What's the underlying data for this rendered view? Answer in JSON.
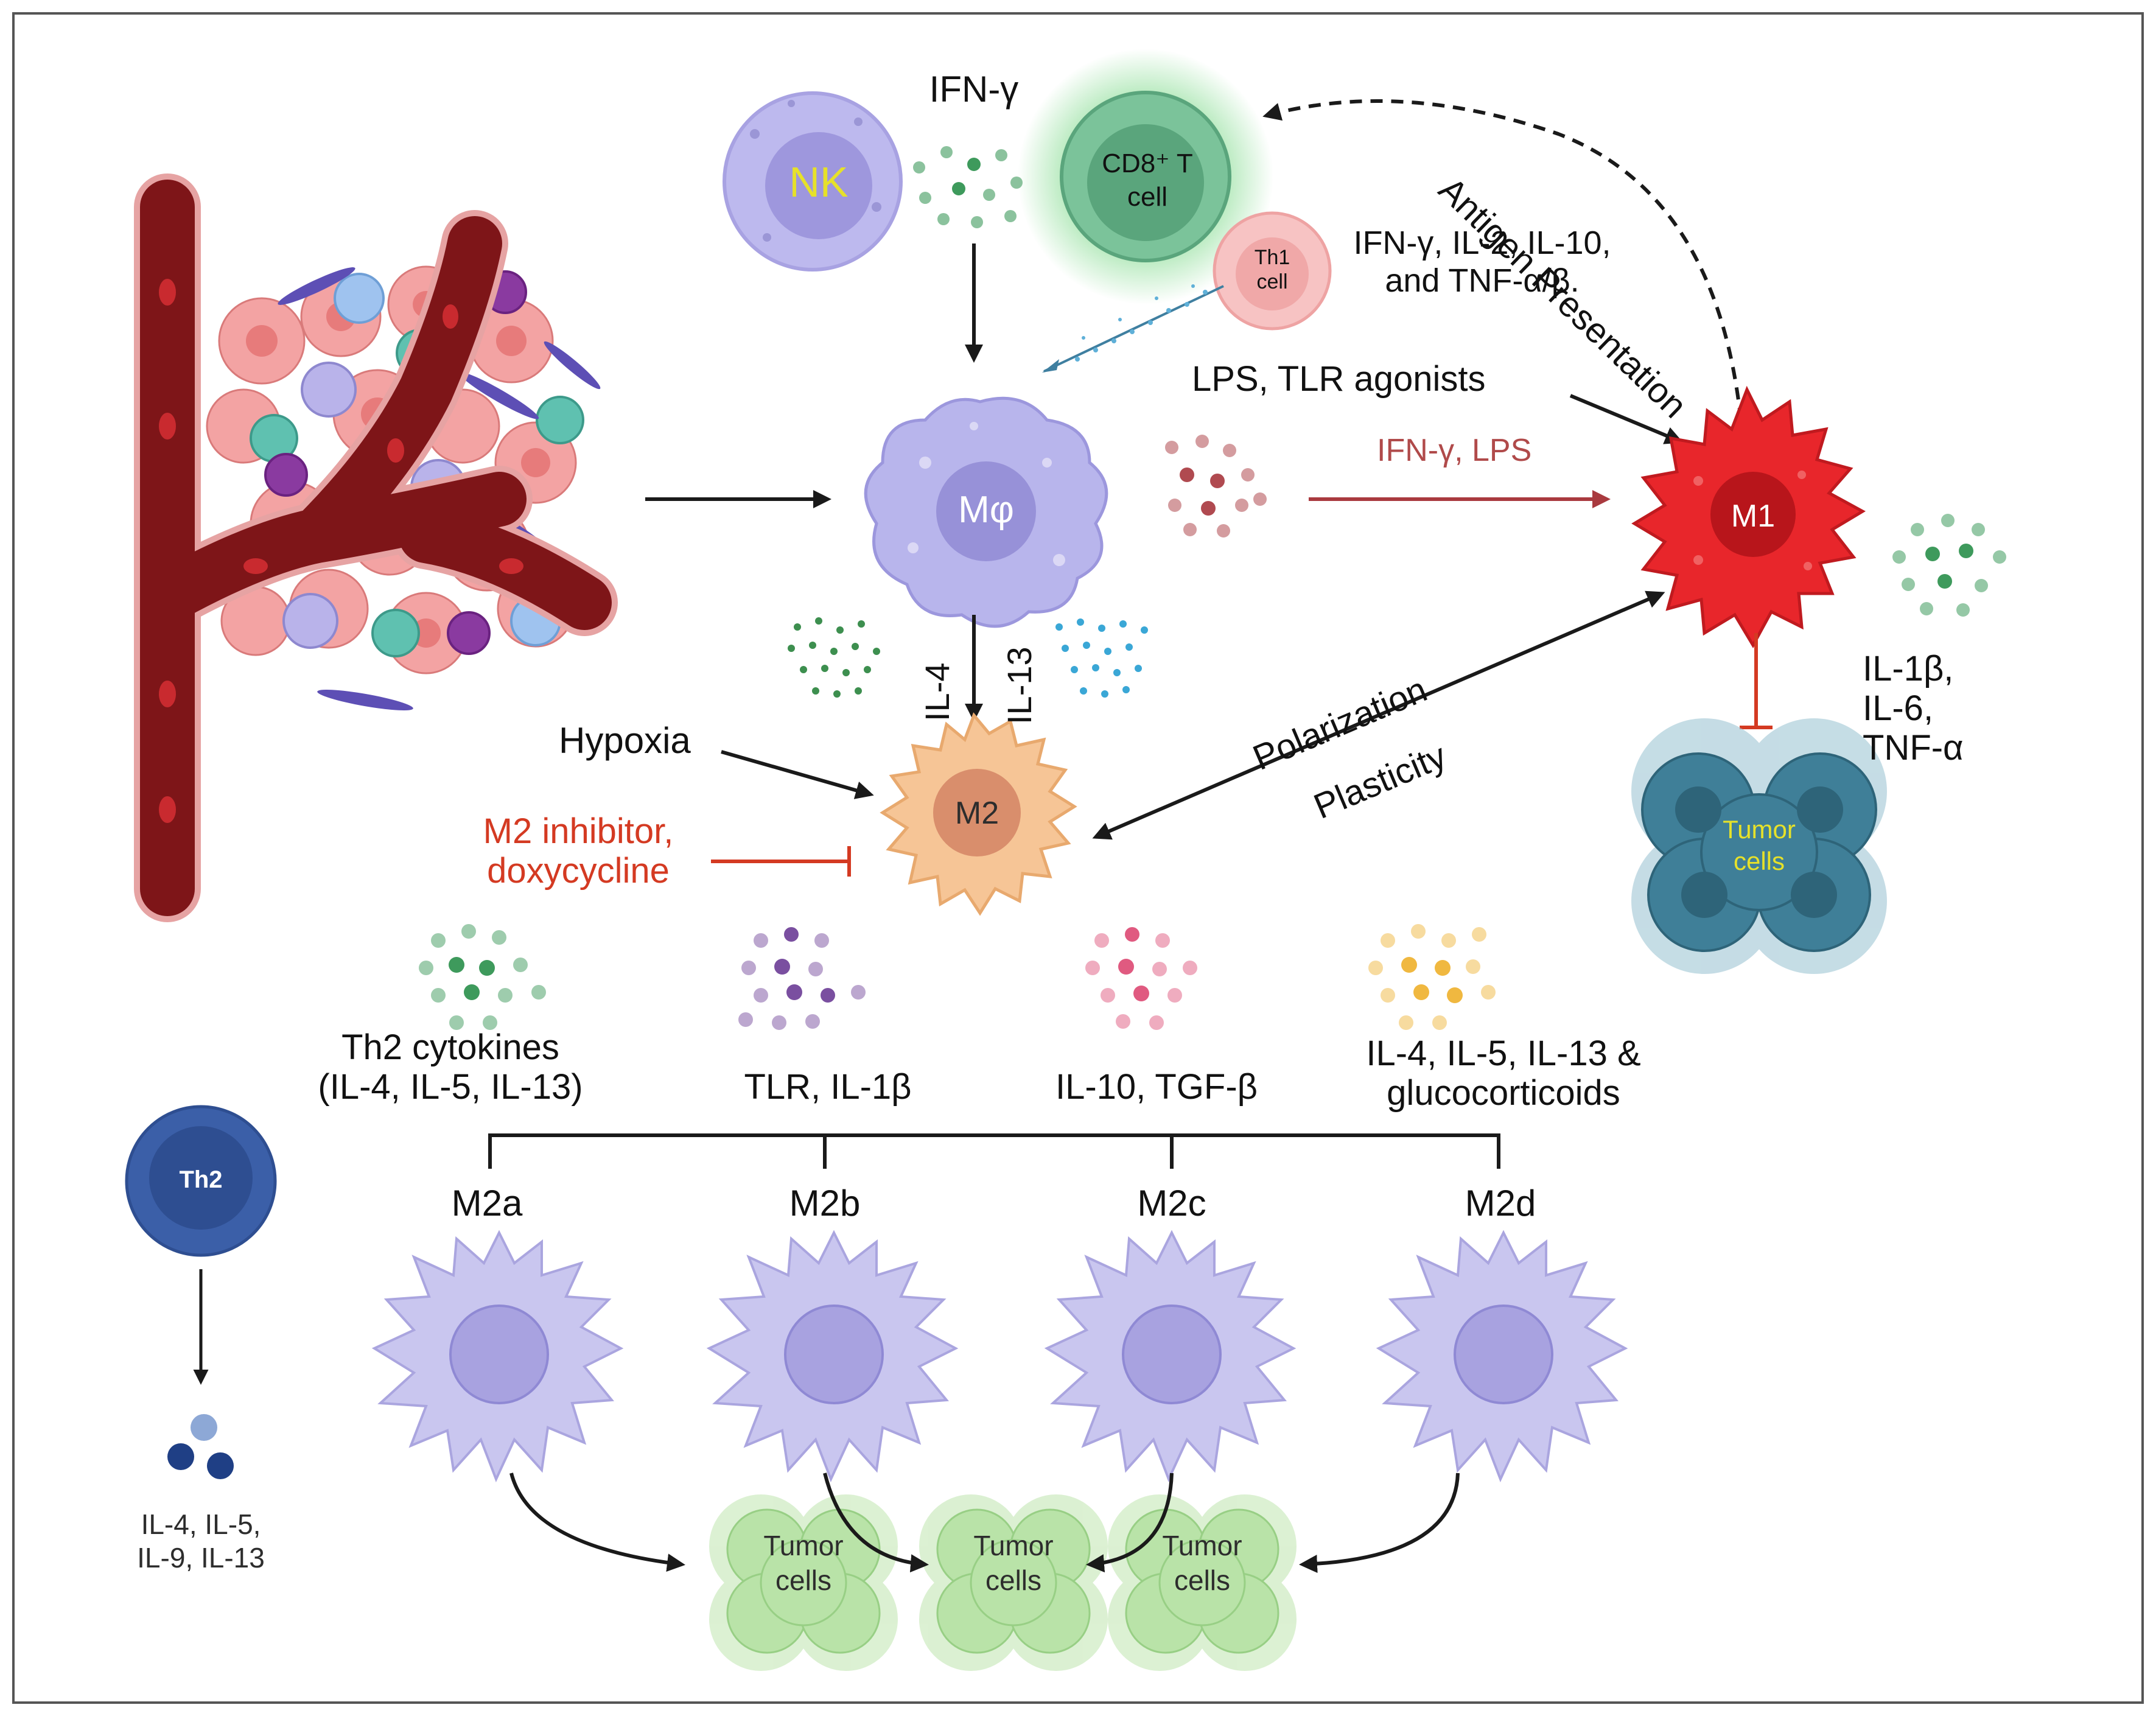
{
  "labels": {
    "nk": "NK",
    "ifn_gamma_top": "IFN-γ",
    "cd8_line1": "CD8⁺ T",
    "cd8_line2": "cell",
    "th1_line1": "Th1",
    "th1_line2": "cell",
    "th1_cytokines_line1": "IFN-γ, IL-2, IL-10,",
    "th1_cytokines_line2": "and TNF-α/β.",
    "antigen_presentation": "Antigen Presentation",
    "lps_tlr": "LPS,  TLR agonists",
    "ifn_lps": "IFN-γ, LPS",
    "macrophage": "Mφ",
    "m1": "M1",
    "m1_cytokines_line1": "IL-1β,",
    "m1_cytokines_line2": "IL-6,",
    "m1_cytokines_line3": "TNF-α",
    "tumor_m1_line1": "Tumor",
    "tumor_m1_line2": "cells",
    "il4": "IL-4",
    "il13": "IL-13",
    "hypoxia": "Hypoxia",
    "polarization": "Polarization",
    "plasticity": "Plasticity",
    "m2_inhibitor_line1": "M2 inhibitor,",
    "m2_inhibitor_line2": "doxycycline",
    "m2": "M2",
    "th2_cytokines_line1": "Th2 cytokines",
    "th2_cytokines_line2": "(IL-4, IL-5,  IL-13)",
    "tlr_il1b": "TLR, IL-1β",
    "il10_tgfb": "IL-10, TGF-β",
    "m2d_inducers_line1": "IL-4, IL-5,  IL-13 &",
    "m2d_inducers_line2": "glucocorticoids",
    "m2a": "M2a",
    "m2b": "M2b",
    "m2c": "M2c",
    "m2d": "M2d",
    "th2": "Th2",
    "th2_products_line1": "IL-4, IL-5,",
    "th2_products_line2": "IL-9, IL-13",
    "tumor_bottom_line1": "Tumor",
    "tumor_bottom_line2": "cells"
  },
  "colors": {
    "macrophage": "#b3b0e6",
    "m1": "#e8262b",
    "m2": "#f6c596",
    "m2_subtype": "#c9c6ef",
    "nk": "#a9a4e3",
    "cd8": "#6ab88a",
    "th1": "#f6b6b6",
    "th2": "#3b5fa8",
    "tumor_m1": "#3f7f98",
    "tumor_bottom": "#b9e3a8",
    "vessel": "#7e1518",
    "inhibit": "#d43a22",
    "arrow_ifn_lps": "#a93a3f"
  }
}
